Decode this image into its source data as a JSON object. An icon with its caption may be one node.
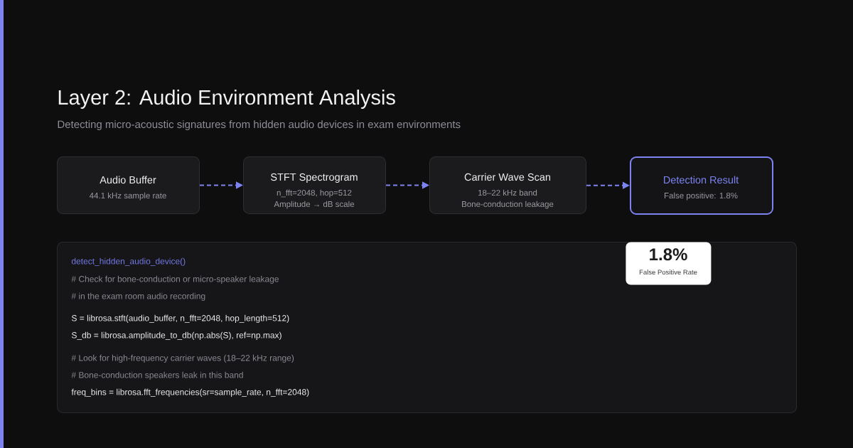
{
  "diagram": {
    "title": "Layer 2: Audio Environment Analysis",
    "nodes": [
      {
        "text": [
          "Audio Buffer",
          "44.1 kHz sample rate"
        ]
      },
      {
        "text": [
          "STFT Spectrogram",
          "n_fft=2048, hop=512",
          "Amplitude → dB scale"
        ]
      },
      {
        "text": [
          "Carrier Wave Scan",
          "18–22 kHz band",
          "Bone-conduction leakage"
        ]
      },
      {
        "text": [
          "Detection Result",
          "False positive: 1.8%"
        ]
      },
      {
        "text": [
          "detect_hidden_audio_device()",
          "# Check for bone-conduction or micro-speaker leakage",
          "# in the exam room audio recording",
          "S = librosa.stft(audio_buffer, n_fft=2048, hop_length=512)",
          "S_db = librosa.amplitude_to_db(np.abs(S), ref=np.max)",
          "# Look for high-frequency carrier waves (18–22 kHz range)",
          "# Bone-conduction speakers leak in this band",
          "freq_bins = librosa.fft_frequencies(sr=sample_rate, n_fft=2048)"
        ]
      },
      {
        "text": [
          "1.8%",
          "False Positive Rate"
        ],
        "in": 4
      }
    ],
    "edges": [
      {
        "from": 0,
        "to": 1,
        "arrow": "to",
        "style": "dashed"
      },
      {
        "from": 1,
        "to": 2,
        "arrow": "to",
        "style": "dashed"
      },
      {
        "from": 2,
        "to": 3,
        "arrow": "to",
        "style": "dashed"
      }
    ],
    "labels": [
      "Detecting micro-acoustic signatures from hidden audio devices in exam environments"
    ]
  }
}
